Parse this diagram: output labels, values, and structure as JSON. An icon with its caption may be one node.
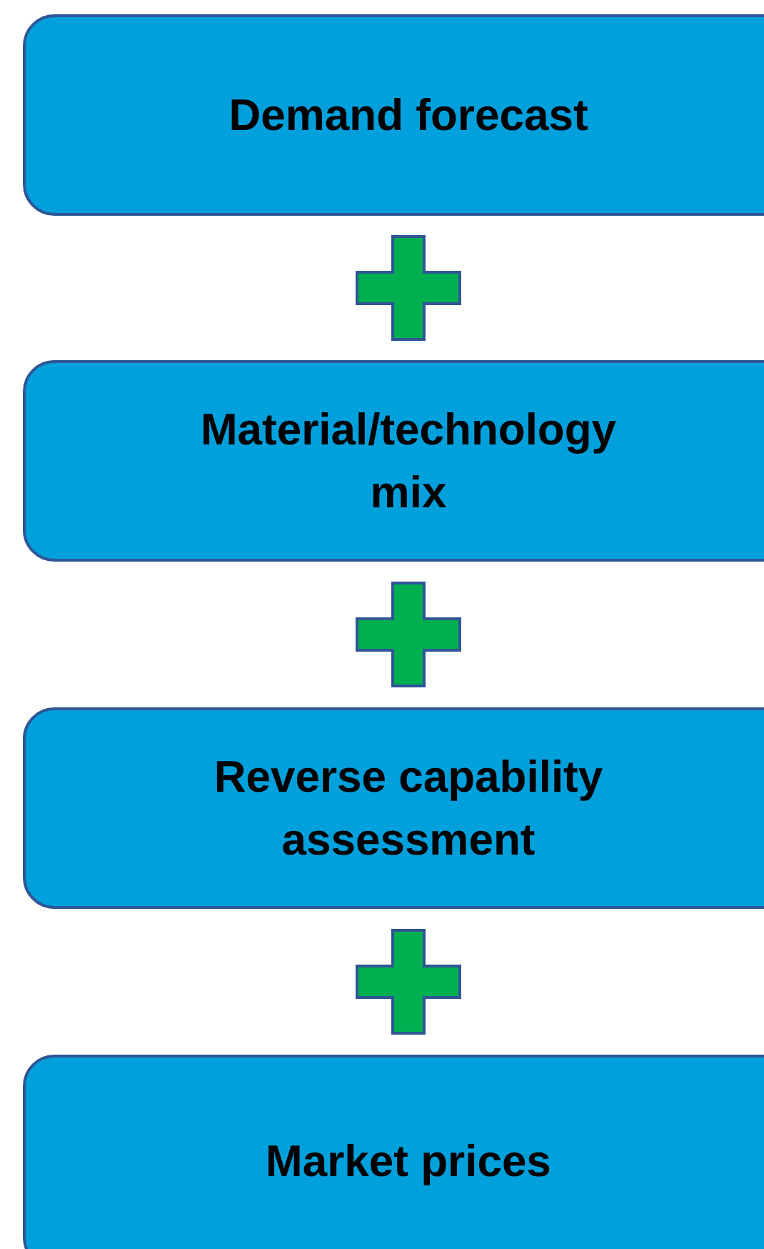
{
  "diagram": {
    "nodes": [
      {
        "text": [
          "Demand forecast"
        ]
      },
      {
        "text": [
          "Material/technology mix"
        ]
      },
      {
        "text": [
          "Reverse capability assessment"
        ]
      },
      {
        "text": [
          "Market prices"
        ]
      }
    ]
  }
}
